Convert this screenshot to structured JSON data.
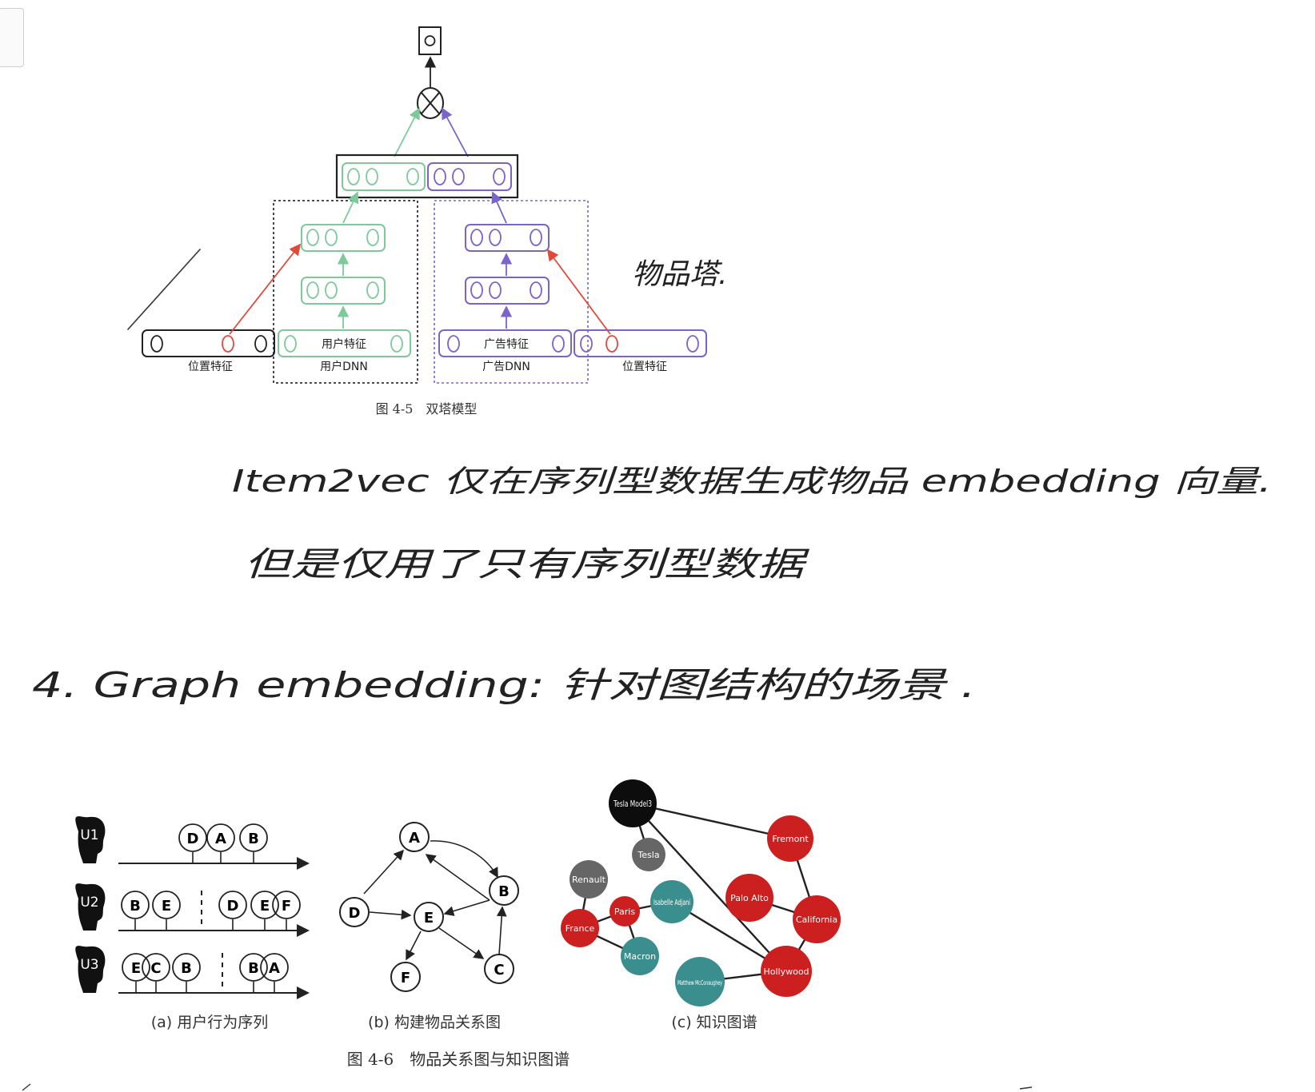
{
  "diagram_top": {
    "user_tower_box_label": "用户DNN",
    "ad_tower_box_label": "广告DNN",
    "user_feature_label": "用户特征",
    "ad_feature_label": "广告特征",
    "left_position_label": "位置特征",
    "right_position_label": "位置特征",
    "caption": "图 4-5　双塔模型"
  },
  "notes": {
    "note_right_of_diagram": "物品塔.",
    "line1": "Item2vec 仅在序列型数据生成物品 embedding 向量.",
    "line2": "但是仅用了只有序列型数据",
    "line3": "4. Graph embedding: 针对图结构的场景 ."
  },
  "diagram_bottom": {
    "panel_a_label": "(a) 用户行为序列",
    "panel_b_label": "(b) 构建物品关系图",
    "panel_c_label": "(c) 知识图谱",
    "users": [
      "U1",
      "U2",
      "U3"
    ],
    "u1_items": [
      "D",
      "A",
      "B"
    ],
    "u2_items": [
      "B",
      "E",
      "D",
      "E",
      "F"
    ],
    "u3_items": [
      "E",
      "C",
      "B",
      "B",
      "A"
    ],
    "graph_nodes": [
      "A",
      "B",
      "C",
      "D",
      "E",
      "F"
    ],
    "kg_nodes": [
      "Tesla Model3",
      "Tesla",
      "Fremont",
      "Renault",
      "Palo Alto",
      "Isabelle Adjani",
      "Paris",
      "France",
      "California",
      "Macron",
      "Hollywood",
      "Matthew McConaughey"
    ],
    "caption": "图 4-6　物品关系图与知识图谱"
  },
  "colors": {
    "green": "#7ec99a",
    "purple": "#7b63cc",
    "red": "#e04a3a",
    "kg_red": "#cc1f1f",
    "kg_teal": "#3a8f8e",
    "kg_gray": "#666666"
  }
}
